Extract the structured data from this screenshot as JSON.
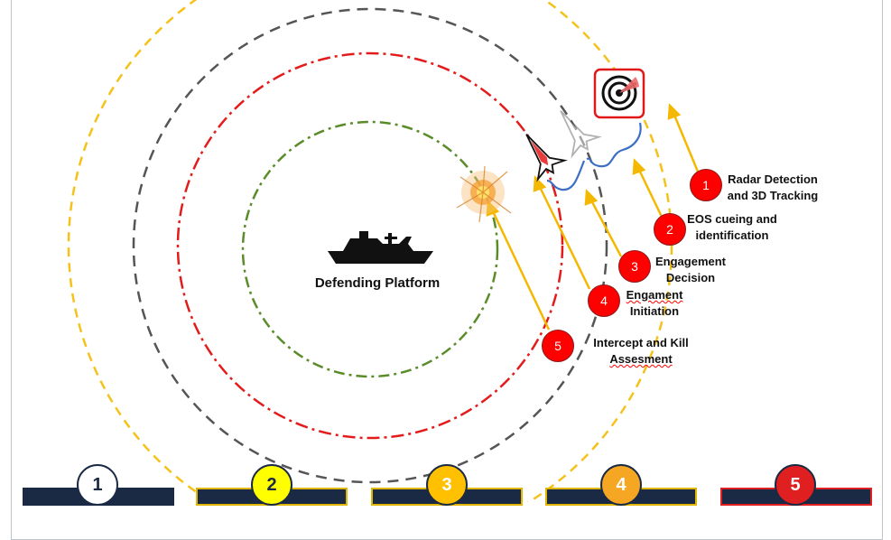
{
  "center_label": "Defending Platform",
  "colors": {
    "yellow_ring": "#f5c21b",
    "gray_ring": "#555555",
    "red_ring": "#e31b1b",
    "green_ring": "#5b8c2a",
    "arrow": "#f5b800",
    "wave": "#3d6fc4",
    "step_red": "#ff0000",
    "navy": "#1b2a44"
  },
  "steps": [
    {
      "number": "1",
      "line1": "Radar Detection",
      "line2": "and 3D Tracking"
    },
    {
      "number": "2",
      "line1": "EOS cueing and",
      "line2": "identification"
    },
    {
      "number": "3",
      "line1": "Engagement",
      "line2": "Decision"
    },
    {
      "number": "4",
      "line1": "Engament",
      "line2": "Initiation"
    },
    {
      "number": "5",
      "line1": "Intercept and Kill",
      "line2": "Assesment"
    }
  ],
  "stages": [
    {
      "number": "1",
      "fill": "#ffffff",
      "text_color": "#1b2a44"
    },
    {
      "number": "2",
      "fill": "#ffff00",
      "text_color": "#1b2a44"
    },
    {
      "number": "3",
      "fill": "#ffc000",
      "text_color": "#ffffff"
    },
    {
      "number": "4",
      "fill": "#f5a623",
      "text_color": "#ffffff"
    },
    {
      "number": "5",
      "fill": "#e02020",
      "text_color": "#ffffff"
    }
  ],
  "icons": {
    "radar": "radar-icon",
    "ship": "ship-icon",
    "drone": "drone-icon",
    "explosion": "explosion-icon"
  }
}
